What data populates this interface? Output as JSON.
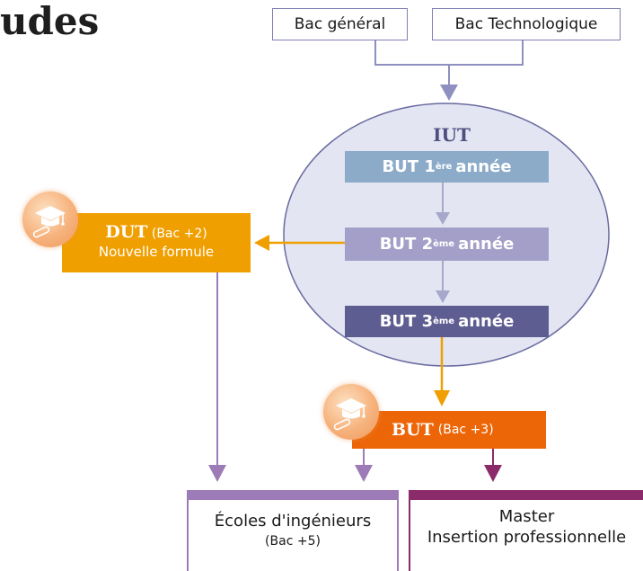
{
  "title": "udes",
  "bac": {
    "general": "Bac général",
    "technologique": "Bac Technologique"
  },
  "iut": {
    "label": "IUT",
    "years": [
      {
        "prefix": "BUT 1",
        "sup": "ère",
        "suffix": "année",
        "color": "#8cabc9"
      },
      {
        "prefix": "BUT 2",
        "sup": "ème",
        "suffix": "année",
        "color": "#a49fc8"
      },
      {
        "prefix": "BUT 3",
        "sup": "ème",
        "suffix": "année",
        "color": "#5e5d92"
      }
    ]
  },
  "dut": {
    "name": "DUT",
    "level": "(Bac +2)",
    "subtitle": "Nouvelle formule",
    "color": "#f09f00"
  },
  "but_diploma": {
    "name": "BUT",
    "level": "(Bac +3)",
    "color": "#ec6608"
  },
  "destinations": {
    "ecoles": {
      "line1": "Écoles d'ingénieurs",
      "line2": "(Bac +5)",
      "color": "#9d7bb7"
    },
    "master": {
      "line1": "Master",
      "line2": "Insertion professionnelle",
      "color": "#8b2b6a"
    }
  },
  "icons": [
    "graduation-medal-icon",
    "graduation-medal-icon"
  ]
}
